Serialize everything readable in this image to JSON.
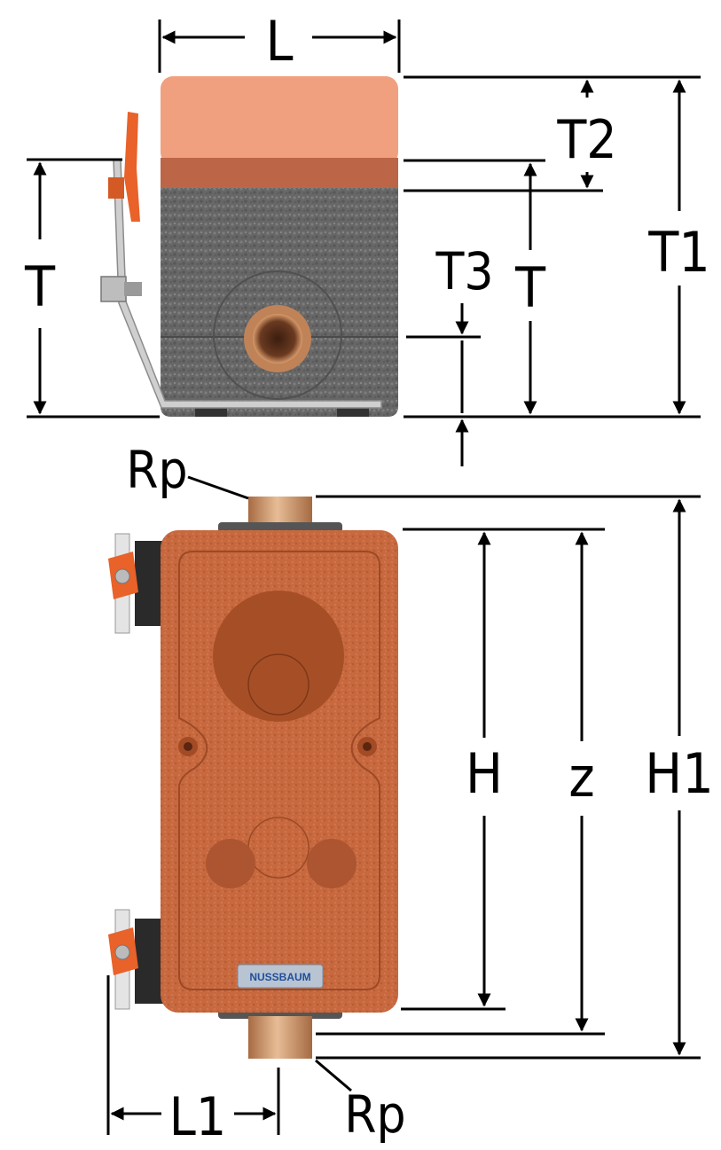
{
  "labels": {
    "L": "L",
    "T_left": "T",
    "T_right": "T",
    "T1": "T1",
    "T2": "T2",
    "T3": "T3",
    "Rp_top": "Rp",
    "Rp_bottom": "Rp",
    "H": "H",
    "z": "z",
    "H1": "H1",
    "L1": "L1"
  },
  "logo": {
    "text": "NUSSBAUM"
  },
  "colors": {
    "lid": "#f0a07f",
    "lid_band": "#c0664a",
    "foam": "#6a6a6a",
    "body": "#c7683e",
    "body_dark": "#9c4a25",
    "brass": "#d7a67c",
    "clip": "#e8622a",
    "line": "#000000"
  }
}
